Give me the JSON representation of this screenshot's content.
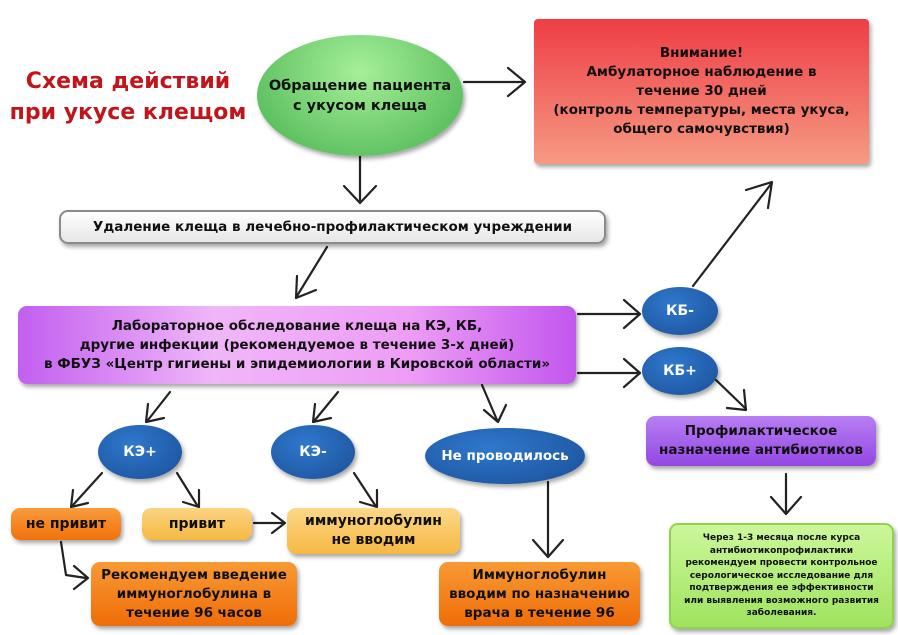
{
  "title": "Схема действий\nпри укусе клещом",
  "nodes": {
    "patient": "Обращение пациента\nс укусом клеща",
    "warning": "Внимание!\nАмбулаторное наблюдение в\nтечение 30 дней\n(контроль температуры, места укуса,\nобщего самочувствия)",
    "removal": "Удаление клеща в лечебно-профилактическом учреждении",
    "lab": "Лабораторное обследование клеща на КЭ, КБ,\nдругие инфекции (рекомендуемое в течение 3-х дней)\nв ФБУЗ «Центр гигиены и эпидемиологии в Кировской области»",
    "kb_neg": "КБ-",
    "kb_pos": "КБ+",
    "ke_pos": "КЭ+",
    "ke_neg": "КЭ-",
    "not_done": "Не проводилось",
    "antibiotics": "Профилактическое\nназначение антибиотиков",
    "not_vaccinated": "не привит",
    "vaccinated": "привит",
    "no_ig": "иммуноглобулин\nне вводим",
    "recommend_ig": "Рекомендуем введение\nиммуноглобулина в\nтечение 96 часов",
    "ig_by_doctor": "Иммуноглобулин\nвводим по назначению\nврача в течение 96",
    "followup": "Через 1-3 месяца после курса\nантибиотикопрофилактики\nрекомендуем провести контрольное\nсерологическое исследование для\nподтверждения ее эффективности\nили выявления возможного развития\nзаболевания."
  },
  "colors": {
    "title": "#c0151a",
    "green": "#55c057",
    "red": "#f07f7a",
    "purple": "#c257ee",
    "violet": "#9b55e8",
    "blue": "#1f5fb0",
    "orange": "#f77f14",
    "yellow": "#f9c964",
    "lightgreen": "#b6f07c"
  }
}
